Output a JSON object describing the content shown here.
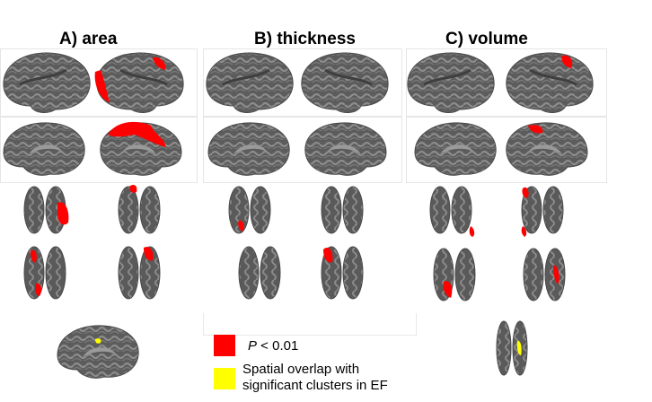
{
  "panels": [
    {
      "id": "area",
      "title": "A) area"
    },
    {
      "id": "thickness",
      "title": "B) thickness"
    },
    {
      "id": "volume",
      "title": "C) volume"
    }
  ],
  "legend": {
    "sig_symbol": "P",
    "sig_text": " < 0.01",
    "sig_color": "#ff0000",
    "overlap_line1": "Spatial overlap with",
    "overlap_line2": "significant clusters in EF",
    "overlap_color": "#ffff00"
  },
  "colors": {
    "brain_dark": "#5a5a5a",
    "brain_light": "#8a8a8a",
    "cluster": "#ff0000",
    "overlap": "#ffff00"
  }
}
